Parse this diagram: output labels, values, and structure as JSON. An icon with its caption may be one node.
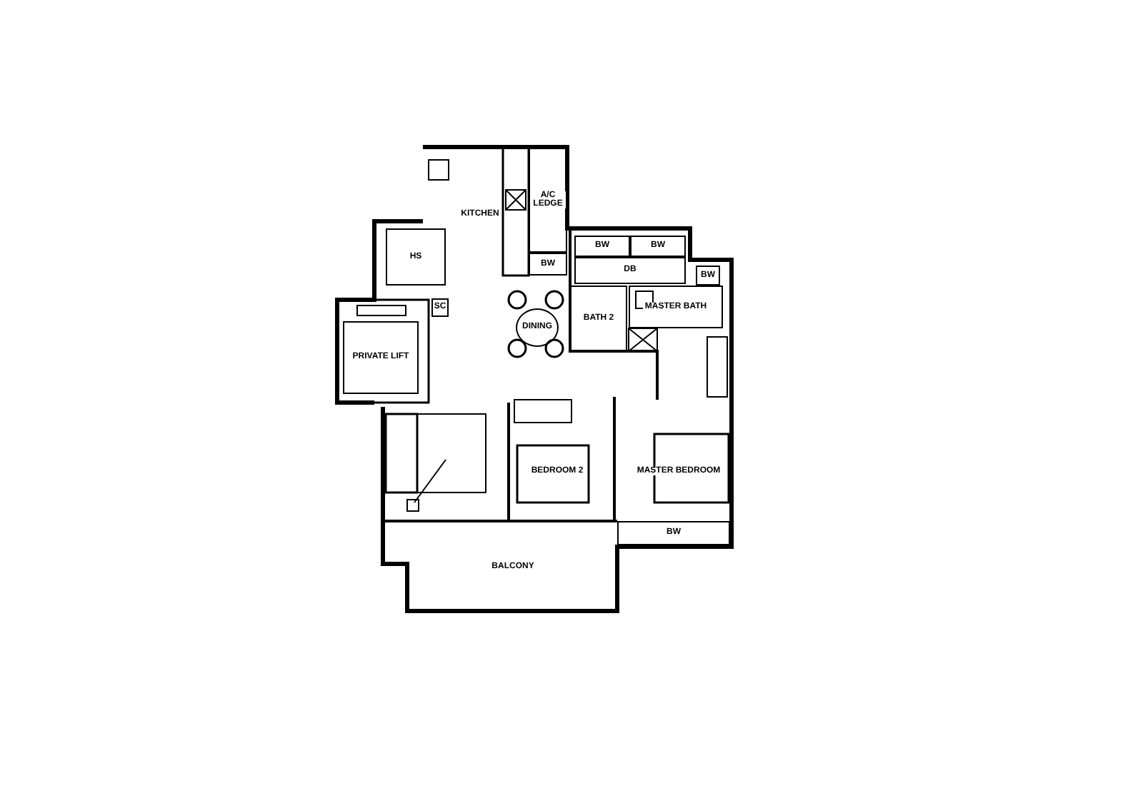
{
  "diagram": {
    "nodes": [
      {
        "text": [
          "KITCHEN"
        ]
      },
      {
        "text": [
          "A/C LEDGE"
        ]
      },
      {
        "text": [
          "HS"
        ]
      },
      {
        "text": [
          "BW"
        ]
      },
      {
        "text": [
          "BW"
        ]
      },
      {
        "text": [
          "BW"
        ]
      },
      {
        "text": [
          "DB"
        ]
      },
      {
        "text": [
          "BW"
        ]
      },
      {
        "text": [
          "SC"
        ]
      },
      {
        "text": [
          "DINING"
        ]
      },
      {
        "text": [
          "BATH 2"
        ]
      },
      {
        "text": [
          "MASTER BATH"
        ]
      },
      {
        "text": [
          "PRIVATE LIFT"
        ]
      },
      {
        "text": [
          "BEDROOM 2"
        ]
      },
      {
        "text": [
          "MASTER BEDROOM"
        ]
      },
      {
        "text": [
          "BW"
        ]
      },
      {
        "text": [
          "BALCONY"
        ]
      }
    ]
  }
}
